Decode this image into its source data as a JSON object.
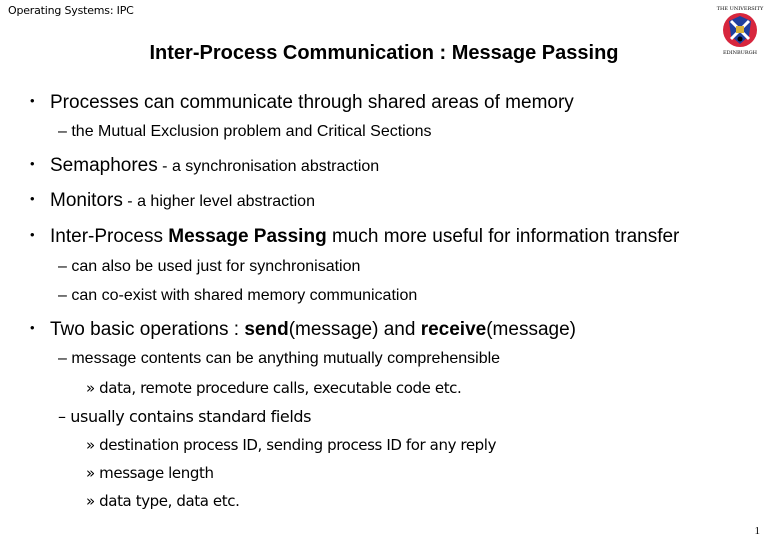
{
  "header": {
    "course_label": "Operating Systems: IPC"
  },
  "logo": {
    "name": "university-crest",
    "text": "THE UNIVERSITY OF EDINBURGH"
  },
  "slide": {
    "title": "Inter-Process Communication : Message Passing",
    "items": [
      {
        "text": "Processes can communicate through shared areas of memory"
      },
      {
        "text": "the Mutual Exclusion problem and Critical Sections"
      },
      {
        "main": "Semaphores",
        "rest": " - a synchronisation abstraction"
      },
      {
        "main": "Monitors",
        "rest": " -  a higher level abstraction"
      },
      {
        "pre": "Inter-Process ",
        "bold": "Message Passing",
        "post": " much more useful for information transfer"
      },
      {
        "text": "can also be used just for synchronisation"
      },
      {
        "text": "can co-exist with shared memory communication"
      },
      {
        "pre": "Two basic operations : ",
        "bold1": "send",
        "mid": "(message)  and  ",
        "bold2": "receive",
        "post": "(message)"
      },
      {
        "text": "message contents can be anything mutually comprehensible"
      },
      {
        "text": "data, remote procedure calls, executable code etc."
      },
      {
        "text": "usually contains standard fields"
      },
      {
        "text": "destination process ID, sending process ID for any reply"
      },
      {
        "text": "message length"
      },
      {
        "text": "data type, data etc."
      }
    ],
    "markers": {
      "bullet": "•",
      "dash": "– ",
      "sub": "» "
    }
  },
  "footer": {
    "page_number": "1"
  }
}
